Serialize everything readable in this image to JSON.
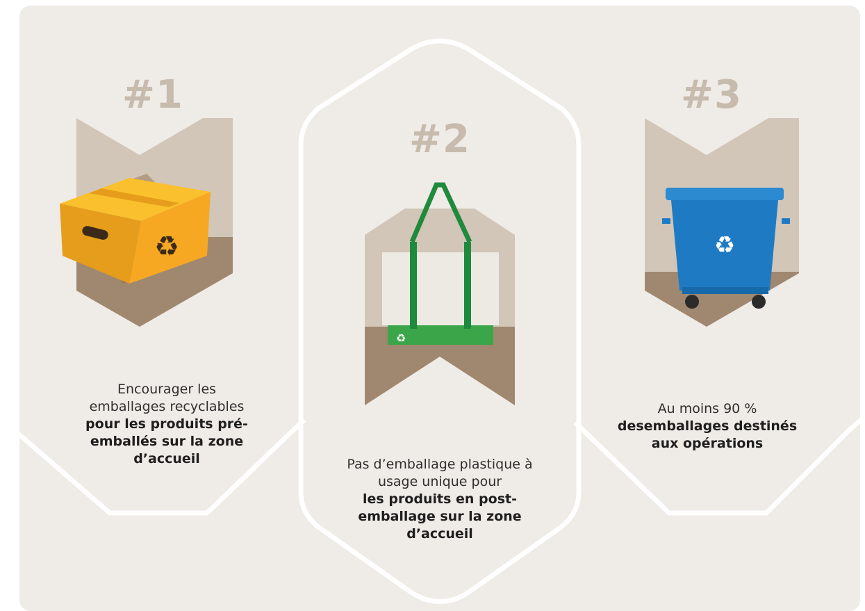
{
  "steps": [
    {
      "number": "#1",
      "text_plain": "Encourager les emballages recyclables",
      "text_bold": "pour les produits pré-emballés sur la zone d’accueil",
      "icon": "cardboard-box-recycle-icon"
    },
    {
      "number": "#2",
      "text_plain": "Pas d’emballage plastique à usage unique pour",
      "text_bold": "les produits en post-emballage sur la zone d’accueil",
      "icon": "tote-bag-recycle-icon"
    },
    {
      "number": "#3",
      "text_plain": "Au moins 90 %",
      "text_bold": "desemballages destinés aux  opérations",
      "icon": "recycling-bin-icon"
    }
  ],
  "colors": {
    "background": "#efebe6",
    "badge_wall": "#d2c6b8",
    "badge_floor": "#a08870",
    "number": "#c7bbae",
    "box": "#f7a823",
    "bag_handle": "#1f8a3c",
    "bag_base": "#3aa649",
    "bin": "#1e7bc3"
  }
}
